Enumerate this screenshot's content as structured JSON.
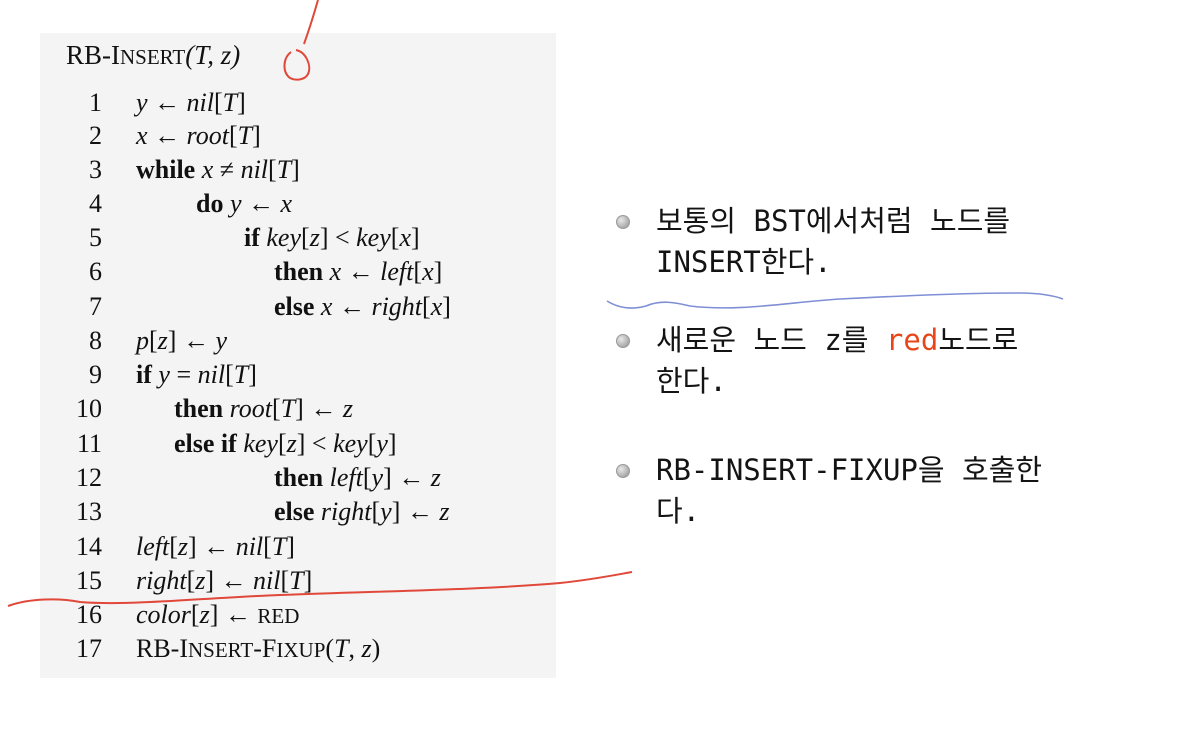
{
  "code": {
    "title_prefix": "RB-I",
    "title_sc": "NSERT",
    "title_args": "(T, z)",
    "lines": [
      {
        "n": "1",
        "parts": [
          [
            "it",
            "y"
          ],
          [
            "r",
            " ← "
          ],
          [
            "it",
            "nil"
          ],
          [
            "r",
            "["
          ],
          [
            "it",
            "T"
          ],
          [
            "r",
            "]"
          ]
        ]
      },
      {
        "n": "2",
        "parts": [
          [
            "it",
            "x"
          ],
          [
            "r",
            " ← "
          ],
          [
            "it",
            "root"
          ],
          [
            "r",
            "["
          ],
          [
            "it",
            "T"
          ],
          [
            "r",
            "]"
          ]
        ]
      },
      {
        "n": "3",
        "parts": [
          [
            "b",
            "while "
          ],
          [
            "it",
            "x"
          ],
          [
            "r",
            " ≠ "
          ],
          [
            "it",
            "nil"
          ],
          [
            "r",
            "["
          ],
          [
            "it",
            "T"
          ],
          [
            "r",
            "]"
          ]
        ]
      },
      {
        "n": "4",
        "parts": [
          [
            "b",
            "do "
          ],
          [
            "it",
            "y"
          ],
          [
            "r",
            " ← "
          ],
          [
            "it",
            "x"
          ]
        ]
      },
      {
        "n": "5",
        "parts": [
          [
            "b",
            "if "
          ],
          [
            "it",
            "key"
          ],
          [
            "r",
            "["
          ],
          [
            "it",
            "z"
          ],
          [
            "r",
            "] < "
          ],
          [
            "it",
            "key"
          ],
          [
            "r",
            "["
          ],
          [
            "it",
            "x"
          ],
          [
            "r",
            "]"
          ]
        ]
      },
      {
        "n": "6",
        "parts": [
          [
            "b",
            "then "
          ],
          [
            "it",
            "x"
          ],
          [
            "r",
            " ← "
          ],
          [
            "it",
            "left"
          ],
          [
            "r",
            "["
          ],
          [
            "it",
            "x"
          ],
          [
            "r",
            "]"
          ]
        ]
      },
      {
        "n": "7",
        "parts": [
          [
            "b",
            "else  "
          ],
          [
            "it",
            "x"
          ],
          [
            "r",
            " ← "
          ],
          [
            "it",
            "right"
          ],
          [
            "r",
            "["
          ],
          [
            "it",
            "x"
          ],
          [
            "r",
            "]"
          ]
        ]
      },
      {
        "n": "8",
        "parts": [
          [
            "it",
            "p"
          ],
          [
            "r",
            "["
          ],
          [
            "it",
            "z"
          ],
          [
            "r",
            "] ← "
          ],
          [
            "it",
            "y"
          ]
        ]
      },
      {
        "n": "9",
        "parts": [
          [
            "b",
            "if "
          ],
          [
            "it",
            "y"
          ],
          [
            "r",
            " = "
          ],
          [
            "it",
            "nil"
          ],
          [
            "r",
            "["
          ],
          [
            "it",
            "T"
          ],
          [
            "r",
            "]"
          ]
        ]
      },
      {
        "n": "10",
        "parts": [
          [
            "b",
            "then "
          ],
          [
            "it",
            "root"
          ],
          [
            "r",
            "["
          ],
          [
            "it",
            "T"
          ],
          [
            "r",
            "] ← "
          ],
          [
            "it",
            "z"
          ]
        ]
      },
      {
        "n": "11",
        "parts": [
          [
            "b",
            "else  if "
          ],
          [
            "it",
            "key"
          ],
          [
            "r",
            "["
          ],
          [
            "it",
            "z"
          ],
          [
            "r",
            "] < "
          ],
          [
            "it",
            "key"
          ],
          [
            "r",
            "["
          ],
          [
            "it",
            "y"
          ],
          [
            "r",
            "]"
          ]
        ]
      },
      {
        "n": "12",
        "parts": [
          [
            "b",
            "then "
          ],
          [
            "it",
            "left"
          ],
          [
            "r",
            "["
          ],
          [
            "it",
            "y"
          ],
          [
            "r",
            "] ← "
          ],
          [
            "it",
            "z"
          ]
        ]
      },
      {
        "n": "13",
        "parts": [
          [
            "b",
            "else  "
          ],
          [
            "it",
            "right"
          ],
          [
            "r",
            "["
          ],
          [
            "it",
            "y"
          ],
          [
            "r",
            "] ← "
          ],
          [
            "it",
            "z"
          ]
        ]
      },
      {
        "n": "14",
        "parts": [
          [
            "it",
            "left"
          ],
          [
            "r",
            "["
          ],
          [
            "it",
            "z"
          ],
          [
            "r",
            "] ← "
          ],
          [
            "it",
            "nil"
          ],
          [
            "r",
            "["
          ],
          [
            "it",
            "T"
          ],
          [
            "r",
            "]"
          ]
        ]
      },
      {
        "n": "15",
        "parts": [
          [
            "it",
            "right"
          ],
          [
            "r",
            "["
          ],
          [
            "it",
            "z"
          ],
          [
            "r",
            "] ← "
          ],
          [
            "it",
            "nil"
          ],
          [
            "r",
            "["
          ],
          [
            "it",
            "T"
          ],
          [
            "r",
            "]"
          ]
        ]
      },
      {
        "n": "16",
        "parts": [
          [
            "it",
            "color"
          ],
          [
            "r",
            "["
          ],
          [
            "it",
            "z"
          ],
          [
            "r",
            "] ← "
          ],
          [
            "sc",
            "RED"
          ]
        ]
      },
      {
        "n": "17",
        "parts": [
          [
            "r",
            "RB-I"
          ],
          [
            "sc",
            "NSERT"
          ],
          [
            "r",
            "-F"
          ],
          [
            "sc",
            "IXUP"
          ],
          [
            "r",
            "("
          ],
          [
            "it",
            "T"
          ],
          [
            "r",
            ", "
          ],
          [
            "it",
            "z"
          ],
          [
            "r",
            ")"
          ]
        ]
      }
    ]
  },
  "bullets": {
    "b1_line1": "보통의 BST에서처럼 노드를",
    "b1_line2": "INSERT한다.",
    "b2_pre": "새로운 노드 z를 ",
    "b2_red": "red",
    "b2_post": "노드로",
    "b2_line2": "한다.",
    "b3_line1": "RB-INSERT-FIXUP을 호출한",
    "b3_line2": "다."
  },
  "colors": {
    "red_word": "#e8461a",
    "annotation_red": "#e0483a",
    "annotation_blue": "#7f8fd6"
  }
}
